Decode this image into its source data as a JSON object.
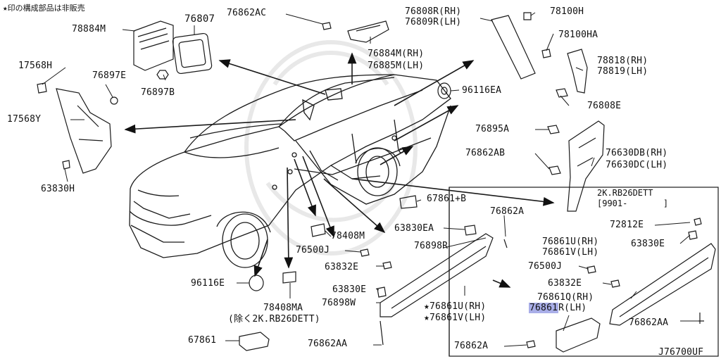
{
  "note": "★印の構成部品は非販売",
  "diagram_code": "J76700UF",
  "inset_header": {
    "line1": "2K.RB26DETT",
    "line2": "[9901-       ]"
  },
  "labels": [
    {
      "id": "78884M",
      "text": "78884M"
    },
    {
      "id": "76807",
      "text": "76807"
    },
    {
      "id": "76862AC",
      "text": "76862AC"
    },
    {
      "id": "76808R",
      "text": "76808R(RH)"
    },
    {
      "id": "76809R",
      "text": "76809R(LH)"
    },
    {
      "id": "78100H",
      "text": "78100H"
    },
    {
      "id": "78100HA",
      "text": "78100HA"
    },
    {
      "id": "17568H",
      "text": "17568H"
    },
    {
      "id": "76897E",
      "text": "76897E"
    },
    {
      "id": "76897B",
      "text": "76897B"
    },
    {
      "id": "76884M",
      "text": "76884M(RH)"
    },
    {
      "id": "76885M",
      "text": "76885M(LH)"
    },
    {
      "id": "78818",
      "text": "78818(RH)"
    },
    {
      "id": "78819",
      "text": "78819(LH)"
    },
    {
      "id": "96116EA",
      "text": "96116EA"
    },
    {
      "id": "76808E",
      "text": "76808E"
    },
    {
      "id": "17568Y",
      "text": "17568Y"
    },
    {
      "id": "76895A",
      "text": "76895A"
    },
    {
      "id": "76862AB",
      "text": "76862AB"
    },
    {
      "id": "76630DB",
      "text": "76630DB(RH)"
    },
    {
      "id": "76630DC",
      "text": "76630DC(LH)"
    },
    {
      "id": "63830H",
      "text": "63830H"
    },
    {
      "id": "67861B",
      "text": "67861+B"
    },
    {
      "id": "76862A",
      "text": "76862A"
    },
    {
      "id": "72812E",
      "text": "72812E"
    },
    {
      "id": "63830EA",
      "text": "63830EA"
    },
    {
      "id": "78408M",
      "text": "78408M"
    },
    {
      "id": "76500J_a",
      "text": "76500J"
    },
    {
      "id": "76898R",
      "text": "76898R"
    },
    {
      "id": "76861U_b",
      "text": "76861U(RH)"
    },
    {
      "id": "76861V_b",
      "text": "76861V(LH)"
    },
    {
      "id": "63830E_b",
      "text": "63830E"
    },
    {
      "id": "63832E_a",
      "text": "63832E"
    },
    {
      "id": "76500J_b",
      "text": "76500J"
    },
    {
      "id": "96116E",
      "text": "96116E"
    },
    {
      "id": "63832E_b",
      "text": "63832E"
    },
    {
      "id": "63830E_a",
      "text": "63830E"
    },
    {
      "id": "76861Q",
      "text": "76861Q(RH)"
    },
    {
      "id": "76898W",
      "text": "76898W"
    },
    {
      "id": "76861U_a",
      "text": "★76861U(RH)"
    },
    {
      "id": "76861R",
      "text": "R(LH)"
    },
    {
      "id": "76861V_a",
      "text": "★76861V(LH)"
    },
    {
      "id": "78408MA",
      "text": "78408MA"
    },
    {
      "id": "76862AA_b",
      "text": "76862AA"
    },
    {
      "id": "exclude_note",
      "text": "(除く2K.RB26DETT)"
    },
    {
      "id": "67861",
      "text": "67861"
    },
    {
      "id": "76862AA_a",
      "text": "76862AA"
    },
    {
      "id": "76862A_b",
      "text": "76862A"
    }
  ],
  "highlighted_part": "76861",
  "colors": {
    "line": "#1a1a1a",
    "highlight": "#a9aee8",
    "watermark": "#e6e6e6"
  }
}
